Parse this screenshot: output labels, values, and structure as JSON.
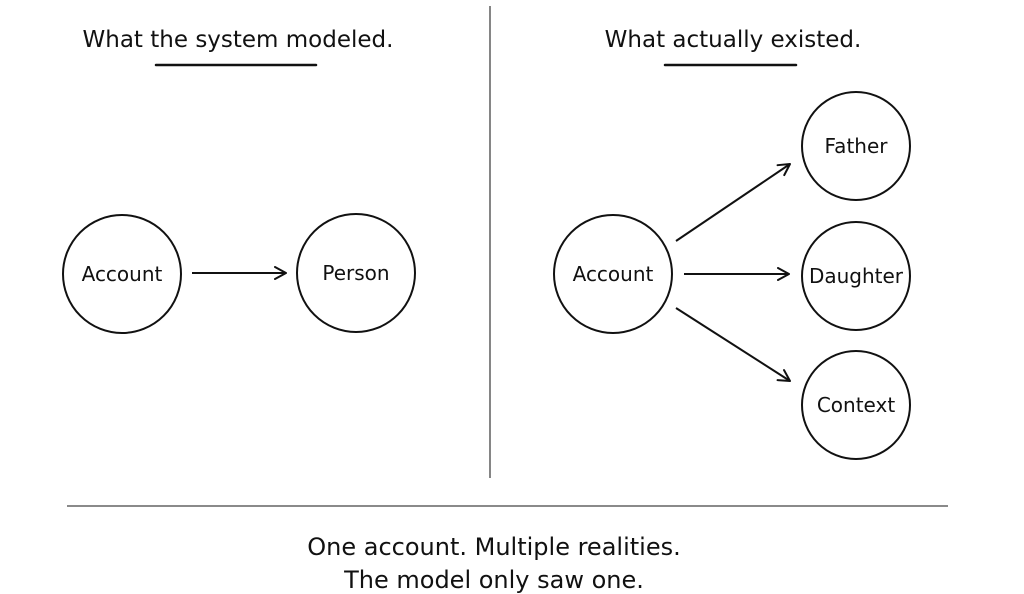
{
  "left_panel": {
    "heading": "What the system modeled.",
    "nodes": {
      "account": "Account",
      "person": "Person"
    }
  },
  "right_panel": {
    "heading": "What actually existed.",
    "nodes": {
      "account": "Account",
      "father": "Father",
      "daughter": "Daughter",
      "context": "Context"
    }
  },
  "caption": {
    "line1": "One account. Multiple realities.",
    "line2": "The model only saw one."
  },
  "colors": {
    "ink": "#111111",
    "background": "#ffffff"
  }
}
